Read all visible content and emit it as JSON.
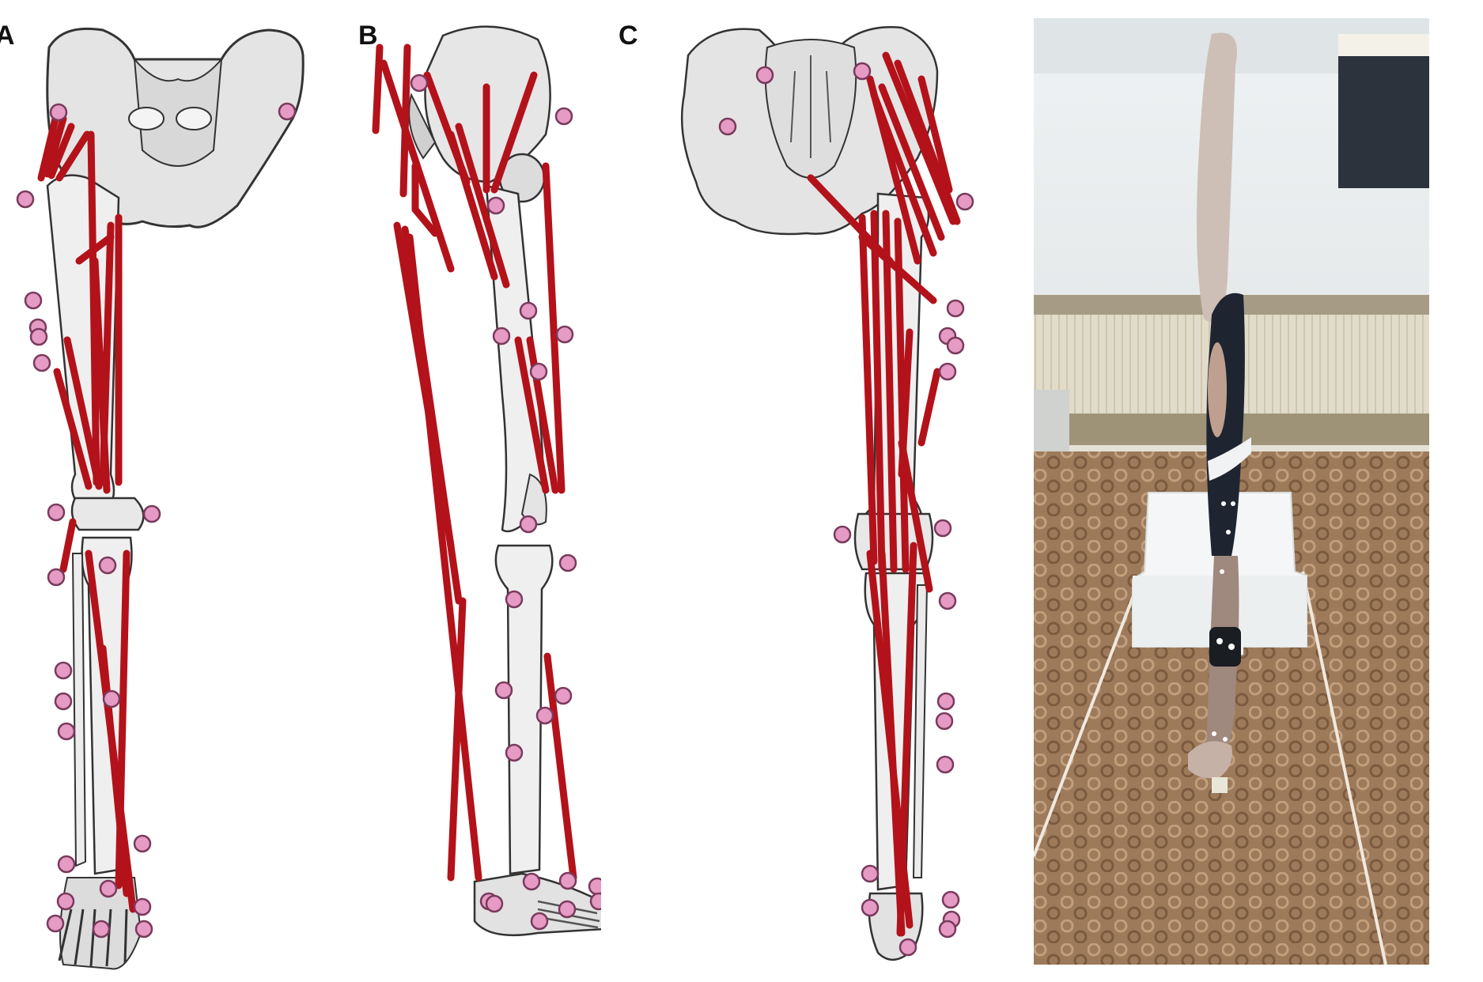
{
  "figure": {
    "panels": [
      {
        "id": "A",
        "label": "A",
        "view": "anterior musculoskeletal model"
      },
      {
        "id": "B",
        "label": "B",
        "view": "lateral musculoskeletal model"
      },
      {
        "id": "C",
        "label": "C",
        "view": "posterior musculoskeletal model"
      },
      {
        "id": "D",
        "label": "",
        "view": "photograph of subject with markers on walkway"
      }
    ],
    "colors": {
      "muscle": "#b3121a",
      "marker_fill": "#e59bc4",
      "marker_stroke": "#7a3a5c",
      "bone": "#e6e6e6",
      "bone_outline": "#333333",
      "background": "#ffffff",
      "carpet": "#9c7a5a",
      "wall": "#e8e4da",
      "shorts": "#1e2530",
      "platform": "#f2f4f5"
    }
  }
}
